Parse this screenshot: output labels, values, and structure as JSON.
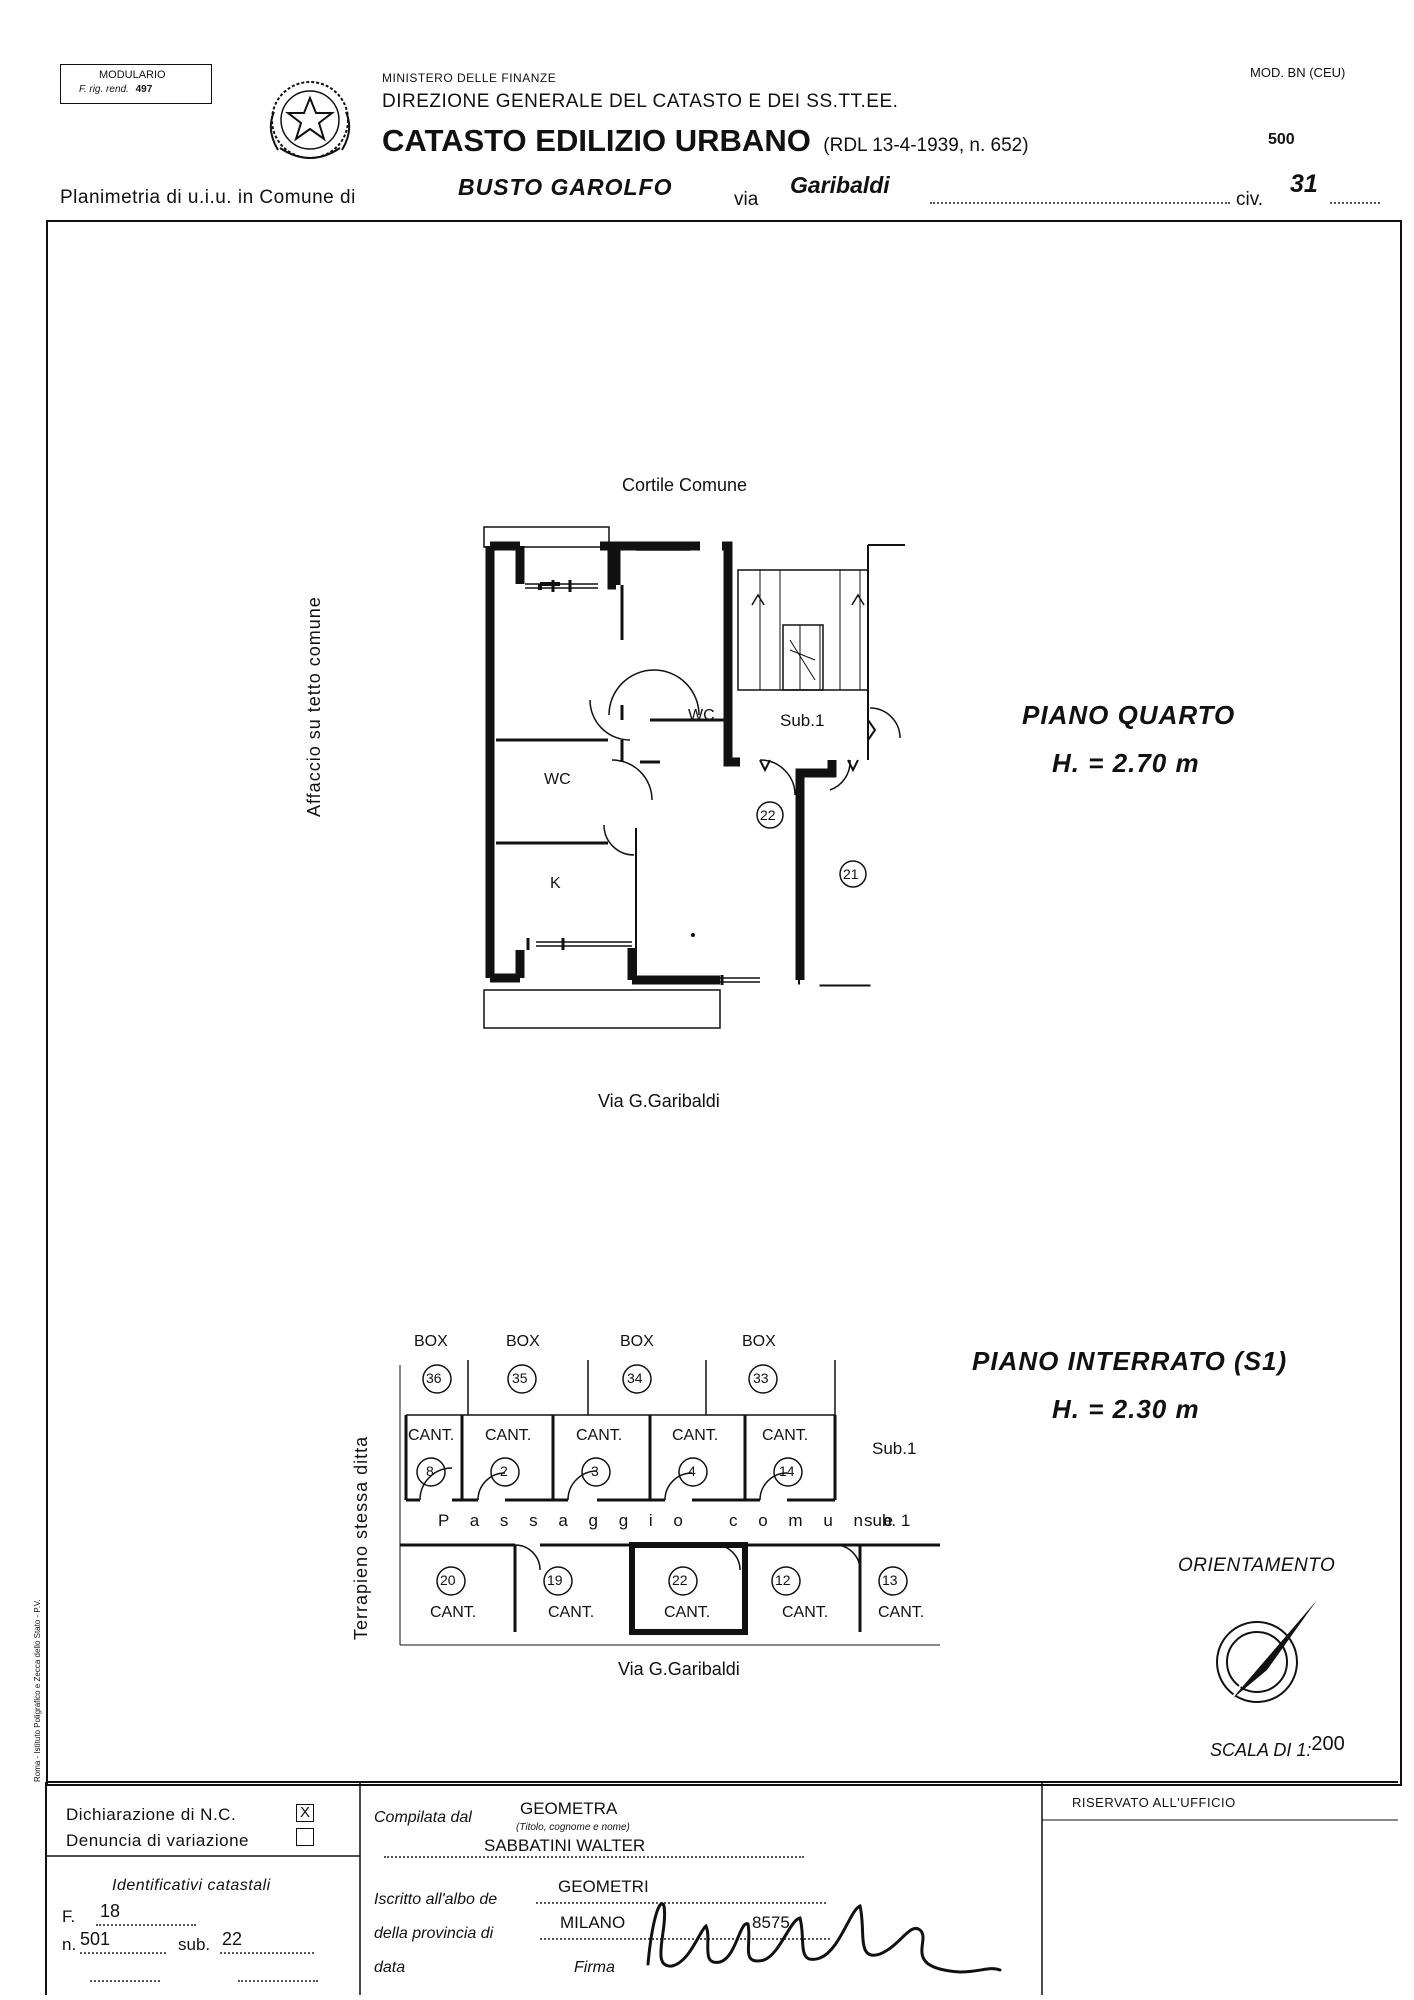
{
  "header": {
    "modulario_line1": "MODULARIO",
    "modulario_line2": "F. rig. rend.",
    "modulario_num": "497",
    "ministry": "MINISTERO DELLE FINANZE",
    "direzione": "DIREZIONE GENERALE DEL CATASTO E DEI SS.TT.EE.",
    "catasto_title": "CATASTO EDILIZIO URBANO",
    "catasto_ref": "(RDL 13-4-1939, n. 652)",
    "mod_label": "MOD. BN (CEU)",
    "mod_code": "500"
  },
  "planimetria": {
    "prefix": "Planimetria di u.i.u. in Comune di",
    "comune": "BUSTO GAROLFO",
    "via_label": "via",
    "via": "Garibaldi",
    "civ_label": "civ.",
    "civ": "31"
  },
  "plan_upper": {
    "north_label": "Cortile Comune",
    "west_label": "Affaccio su tetto comune",
    "south_label": "Via G.Garibaldi",
    "rooms": {
      "wc1": "WC",
      "wc2": "WC",
      "k": "K",
      "sub": "Sub.1"
    },
    "markers": {
      "m22": "22",
      "m21": "21"
    },
    "floor_title": "PIANO QUARTO",
    "floor_height": "H. = 2.70 m"
  },
  "plan_lower": {
    "box_label": "BOX",
    "boxes": [
      "36",
      "35",
      "34",
      "33"
    ],
    "cant_label": "CANT.",
    "top_cellars": [
      "8",
      "2",
      "3",
      "4",
      "14"
    ],
    "bottom_cellars": [
      "20",
      "19",
      "22",
      "12",
      "13"
    ],
    "passage": "P a s s a g g i o   c o m u n e",
    "passage_sub": "sub. 1",
    "sub_right": "Sub.1",
    "west_label": "Terrapieno stessa ditta",
    "south_label": "Via G.Garibaldi",
    "floor_title": "PIANO INTERRATO (S1)",
    "floor_height": "H. = 2.30 m"
  },
  "orientation": {
    "label": "ORIENTAMENTO",
    "scale_prefix": "SCALA DI 1:",
    "scale": "200"
  },
  "side_note": "Roma - Istituto Poligrafico e Zecca dello Stato - P.V.",
  "footer": {
    "dichiarazione": "Dichiarazione di N.C.",
    "dichiarazione_mark": "X",
    "denuncia": "Denuncia di variazione",
    "identificativi": "Identificativi catastali",
    "f_label": "F.",
    "f_value": "18",
    "n_label": "n.",
    "n_value": "501",
    "sub_label": "sub.",
    "sub_value": "22",
    "compilata": "Compilata dal",
    "compilata_value": "GEOMETRA",
    "titolo_hint": "(Titolo, cognome e nome)",
    "name": "SABBATINI WALTER",
    "iscritto": "Iscritto all'albo de",
    "albo_value": "GEOMETRI",
    "provincia": "della provincia di",
    "provincia_value": "MILANO",
    "albo_num": "8575",
    "data": "data",
    "firma": "Firma",
    "riservato": "RISERVATO ALL'UFFICIO"
  }
}
